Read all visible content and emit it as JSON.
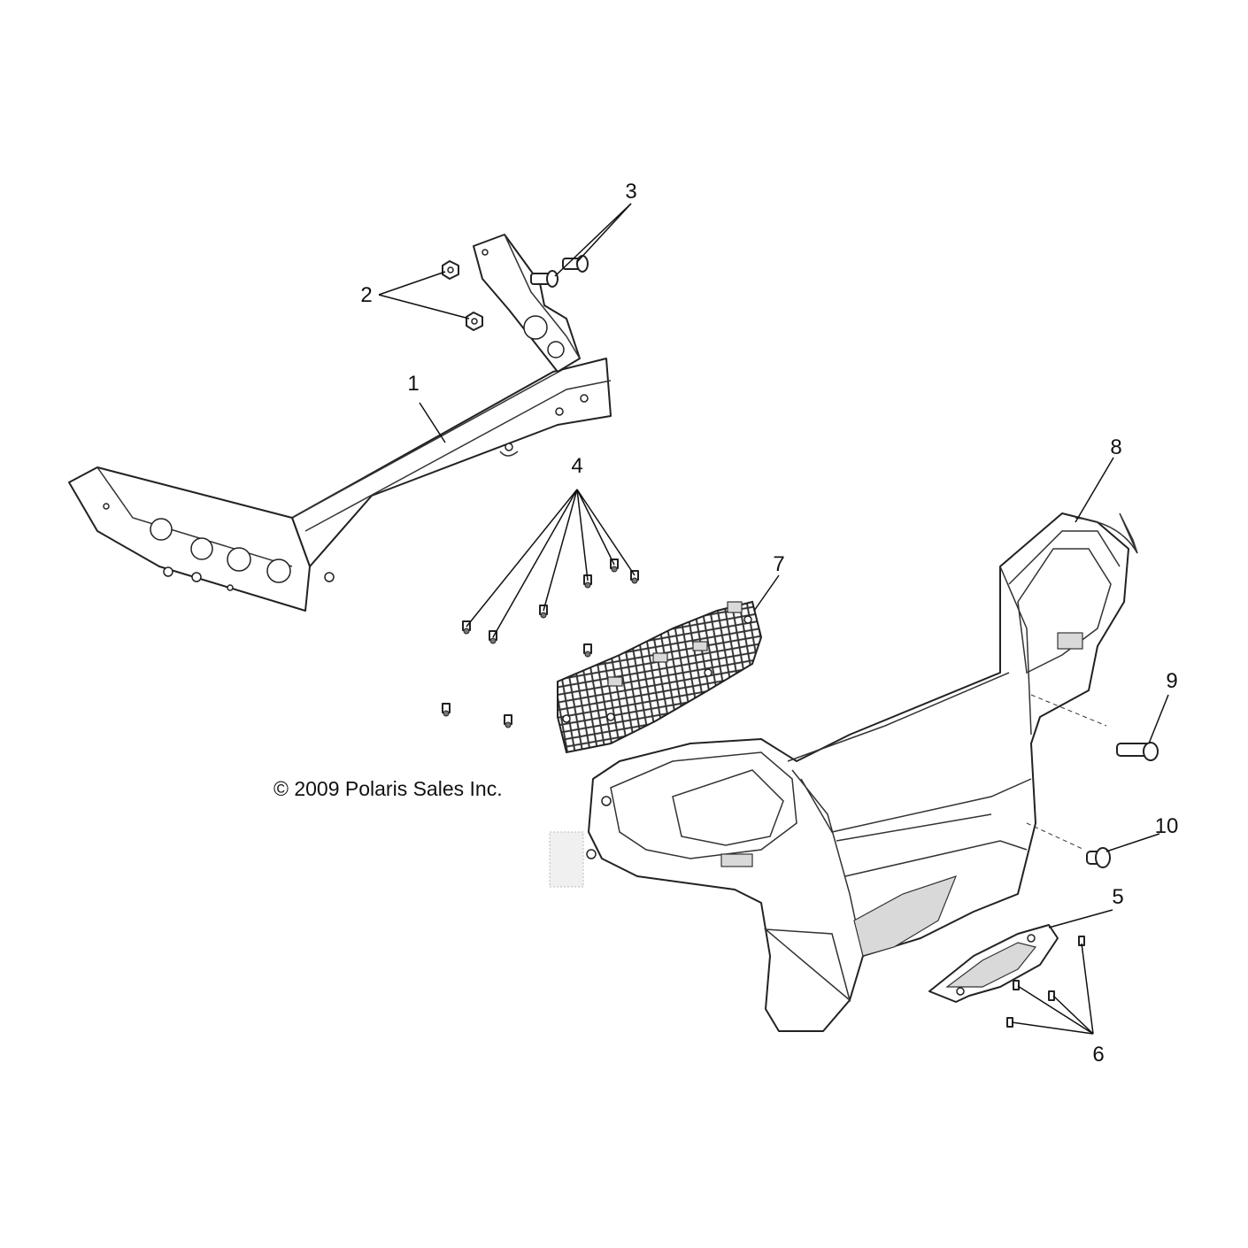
{
  "copyright": "© 2009 Polaris Sales Inc.",
  "callouts": [
    {
      "id": "1",
      "text": "1"
    },
    {
      "id": "2",
      "text": "2"
    },
    {
      "id": "3",
      "text": "3"
    },
    {
      "id": "4",
      "text": "4"
    },
    {
      "id": "5",
      "text": "5"
    },
    {
      "id": "6",
      "text": "6"
    },
    {
      "id": "7",
      "text": "7"
    },
    {
      "id": "8",
      "text": "8"
    },
    {
      "id": "9",
      "text": "9"
    },
    {
      "id": "10",
      "text": "10"
    }
  ],
  "colors": {
    "line": "#222222",
    "fill": "#ffffff",
    "shade": "#d9d9d9"
  }
}
